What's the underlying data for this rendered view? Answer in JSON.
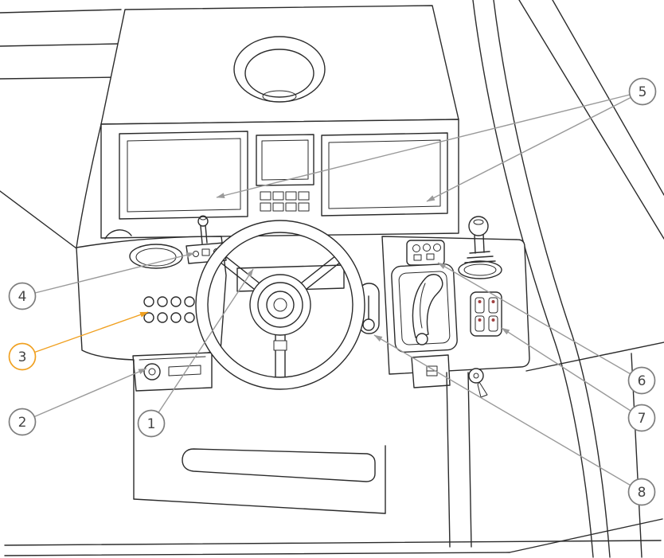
{
  "diagram": {
    "subject": "Boat helm station parts diagram",
    "callouts": [
      {
        "label": "1",
        "points_to": "steering-wheel"
      },
      {
        "label": "2",
        "points_to": "glovebox-knob"
      },
      {
        "label": "3",
        "points_to": "button-panel"
      },
      {
        "label": "4",
        "points_to": "thruster-joystick"
      },
      {
        "label": "5",
        "points_to": "displays"
      },
      {
        "label": "6",
        "points_to": "switch-panel-upper"
      },
      {
        "label": "7",
        "points_to": "switch-panel-right"
      },
      {
        "label": "8",
        "points_to": "side-lever"
      }
    ],
    "colors": {
      "line": "#2b2b2b",
      "leader": "#9a9a9a",
      "accent": "#f0a020",
      "background": "#ffffff"
    }
  }
}
